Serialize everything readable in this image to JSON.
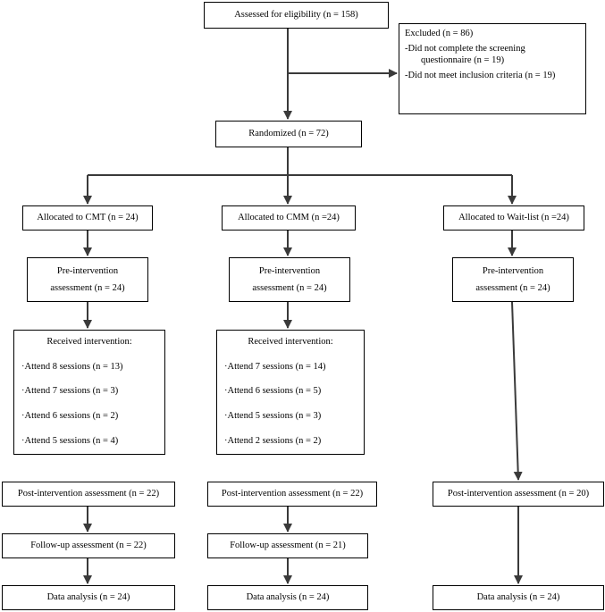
{
  "nodes": {
    "eligibility": "Assessed for eligibility (n = 158)",
    "excluded": {
      "title": "Excluded (n = 86)",
      "reason1_line1": "-Did not complete the screening",
      "reason1_line2": "questionnaire (n = 19)",
      "reason2": "-Did not meet inclusion criteria (n = 19)"
    },
    "randomized": "Randomized (n = 72)",
    "arms": {
      "cmt": {
        "allocated": "Allocated to CMT (n = 24)",
        "pre_line1": "Pre-intervention",
        "pre_line2": "assessment (n = 24)",
        "received": "Received intervention:",
        "sessions": [
          "·Attend 8 sessions (n = 13)",
          "·Attend 7 sessions (n = 3)",
          "·Attend 6 sessions (n = 2)",
          "·Attend 5 sessions (n = 4)"
        ],
        "post": "Post-intervention assessment (n = 22)",
        "followup": "Follow-up assessment (n = 22)",
        "analysis": "Data analysis (n = 24)"
      },
      "cmm": {
        "allocated": "Allocated to CMM (n =24)",
        "pre_line1": "Pre-intervention",
        "pre_line2": "assessment (n = 24)",
        "received": "Received intervention:",
        "sessions": [
          "·Attend 7 sessions (n = 14)",
          "·Attend 6 sessions (n = 5)",
          "·Attend 5 sessions (n = 3)",
          "·Attend 2 sessions (n = 2)"
        ],
        "post": "Post-intervention assessment (n = 22)",
        "followup": "Follow-up assessment (n = 21)",
        "analysis": "Data analysis (n = 24)"
      },
      "waitlist": {
        "allocated": "Allocated to Wait-list (n =24)",
        "pre_line1": "Pre-intervention",
        "pre_line2": "assessment (n = 24)",
        "post": "Post-intervention assessment (n = 20)",
        "analysis": "Data analysis (n = 24)"
      }
    }
  }
}
